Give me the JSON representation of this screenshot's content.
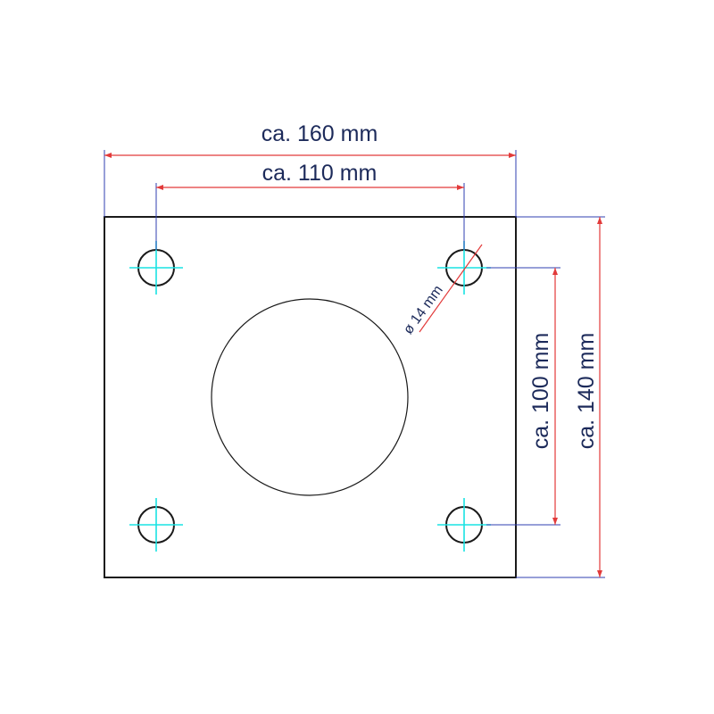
{
  "dimensions": {
    "overall_width": "ca. 160 mm",
    "hole_spacing_x": "ca. 110 mm",
    "hole_spacing_y": "ca. 100 mm",
    "overall_height": "ca. 140 mm",
    "hole_diameter": "ø 14 mm"
  },
  "colors": {
    "outline": "#1a1a1a",
    "dimension_line": "#e23a3a",
    "extension_line": "#2f3fb0",
    "centerline": "#19e3e3",
    "text": "#1c2a5a"
  }
}
